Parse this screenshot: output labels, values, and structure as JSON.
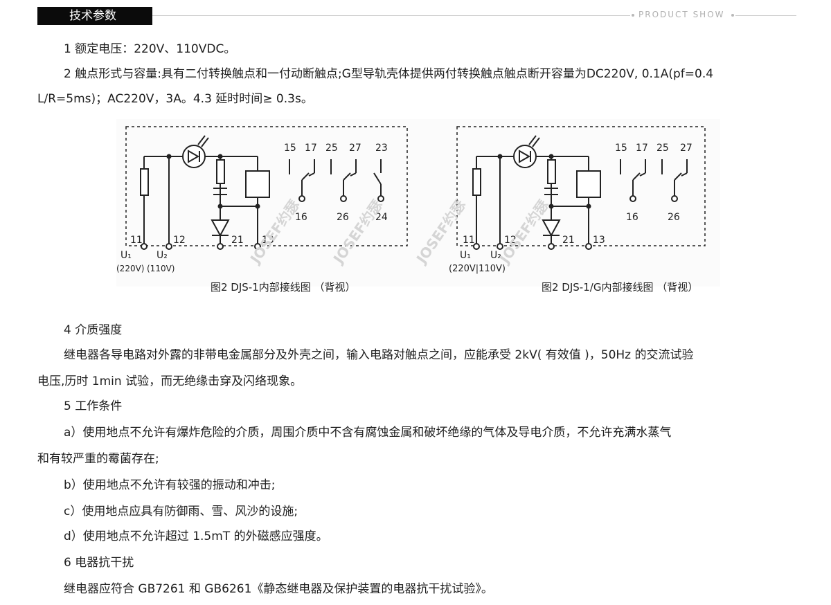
{
  "header": {
    "tag": "技术参数",
    "product_show": "PRODUCT SHOW"
  },
  "params": {
    "p1": "1 额定电压：220V、110VDC。",
    "p2a": "2 触点形式与容量:具有二付转换触点和一付动断触点;G型导轨壳体提供两付转换触点触点断开容量为DC220V, 0.1A(pf=0.4",
    "p2b": "L/R=5ms)；AC220V，3A。4.3 延时时间≥ 0.3s。"
  },
  "diagram1": {
    "caption": "图2  DJS-1内部接线图  （背视）",
    "top_terminals": [
      "15",
      "17",
      "25",
      "27",
      "23"
    ],
    "bottom_terminals": [
      "16",
      "26",
      "24"
    ],
    "lower_labels": [
      "11",
      "12",
      "21",
      "13"
    ],
    "u1": "U₁",
    "u2": "U₂",
    "u1_val": "(220V)",
    "u2_val": "(110V)"
  },
  "diagram2": {
    "caption": "图2  DJS-1/G内部接线图  （背视）",
    "top_terminals": [
      "15",
      "17",
      "25",
      "27"
    ],
    "bottom_terminals": [
      "16",
      "26"
    ],
    "lower_labels": [
      "11",
      "12",
      "21",
      "13"
    ],
    "u1": "U₁",
    "u2": "U₂",
    "u_vals": "(220V|110V)"
  },
  "watermark": "JOSEF约瑟",
  "sections": {
    "s4_title": "4 介质强度",
    "s4_a": "继电器各导电路对外露的非带电金属部分及外壳之间，输入电路对触点之间，应能承受 2kV( 有效值 )，50Hz 的交流试验",
    "s4_b": "电压,历时 1min 试验，而无绝缘击穿及闪络现象。",
    "s5_title": "5 工作条件",
    "s5_a1": "a）使用地点不允许有爆炸危险的介质，周围介质中不含有腐蚀金属和破坏绝缘的气体及导电介质，不允许充满水蒸气",
    "s5_a2": "和有较严重的霉菌存在;",
    "s5_b": "b）使用地点不允许有较强的振动和冲击;",
    "s5_c": "c）使用地点应具有防御雨、雪、风沙的设施;",
    "s5_d": "d）使用地点不允许超过 1.5mT 的外磁感应强度。",
    "s6_title": "6 电器抗干扰",
    "s6_a": "继电器应符合 GB7261 和 GB6261《静态继电器及保护装置的电器抗干扰试验》。"
  }
}
